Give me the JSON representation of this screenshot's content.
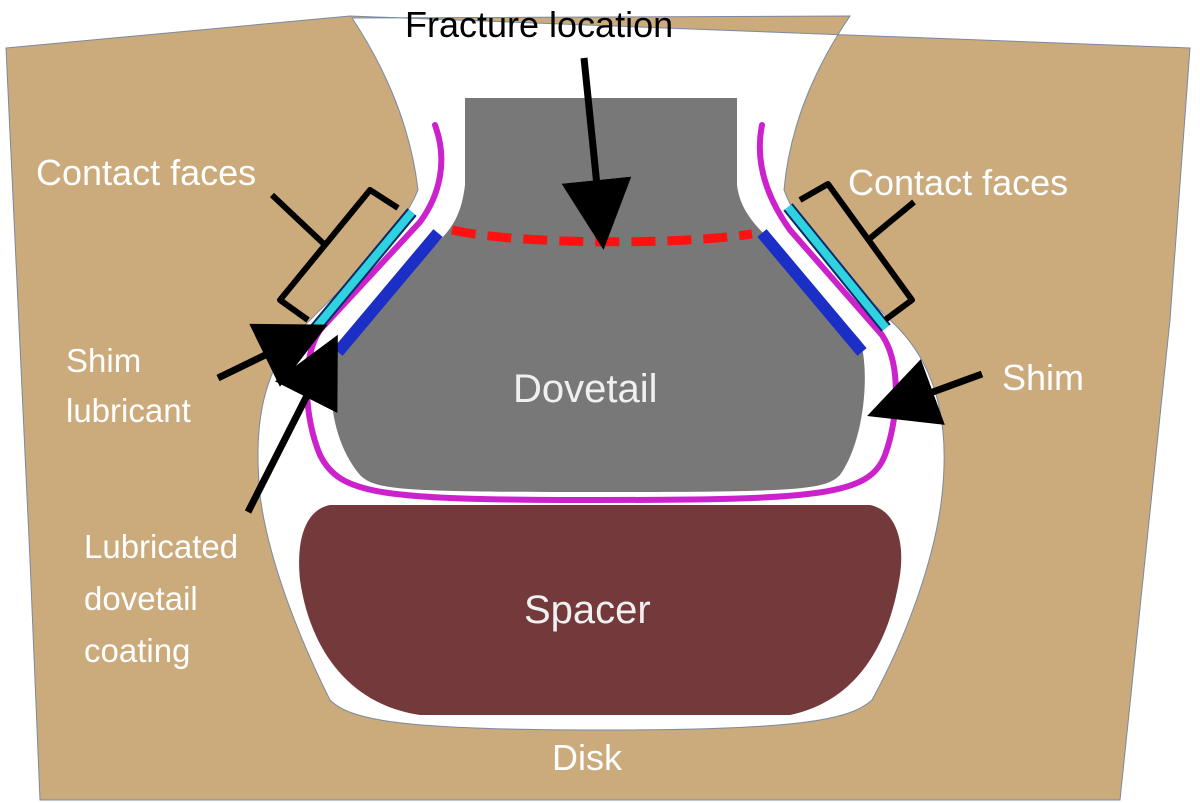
{
  "labels": {
    "fracture_location": "Fracture location",
    "contact_faces_left": "Contact faces",
    "contact_faces_right": "Contact faces",
    "shim_lubricant_line1": "Shim",
    "shim_lubricant_line2": "lubricant",
    "shim": "Shim",
    "dovetail": "Dovetail",
    "lubricated_coating_line1": "Lubricated",
    "lubricated_coating_line2": "dovetail",
    "lubricated_coating_line3": "coating",
    "spacer": "Spacer",
    "disk": "Disk"
  },
  "colors": {
    "disk": "#cbaa7b",
    "dovetail": "#787878",
    "spacer": "#74393a",
    "shim": "#cc22cc",
    "shim_lubricant": "#2fd3df",
    "dovetail_coating": "#1b2fc6",
    "fracture": "#ff1111",
    "arrows": "#000000",
    "text_on_tan": "#ffffff",
    "text_on_white": "#000000"
  }
}
